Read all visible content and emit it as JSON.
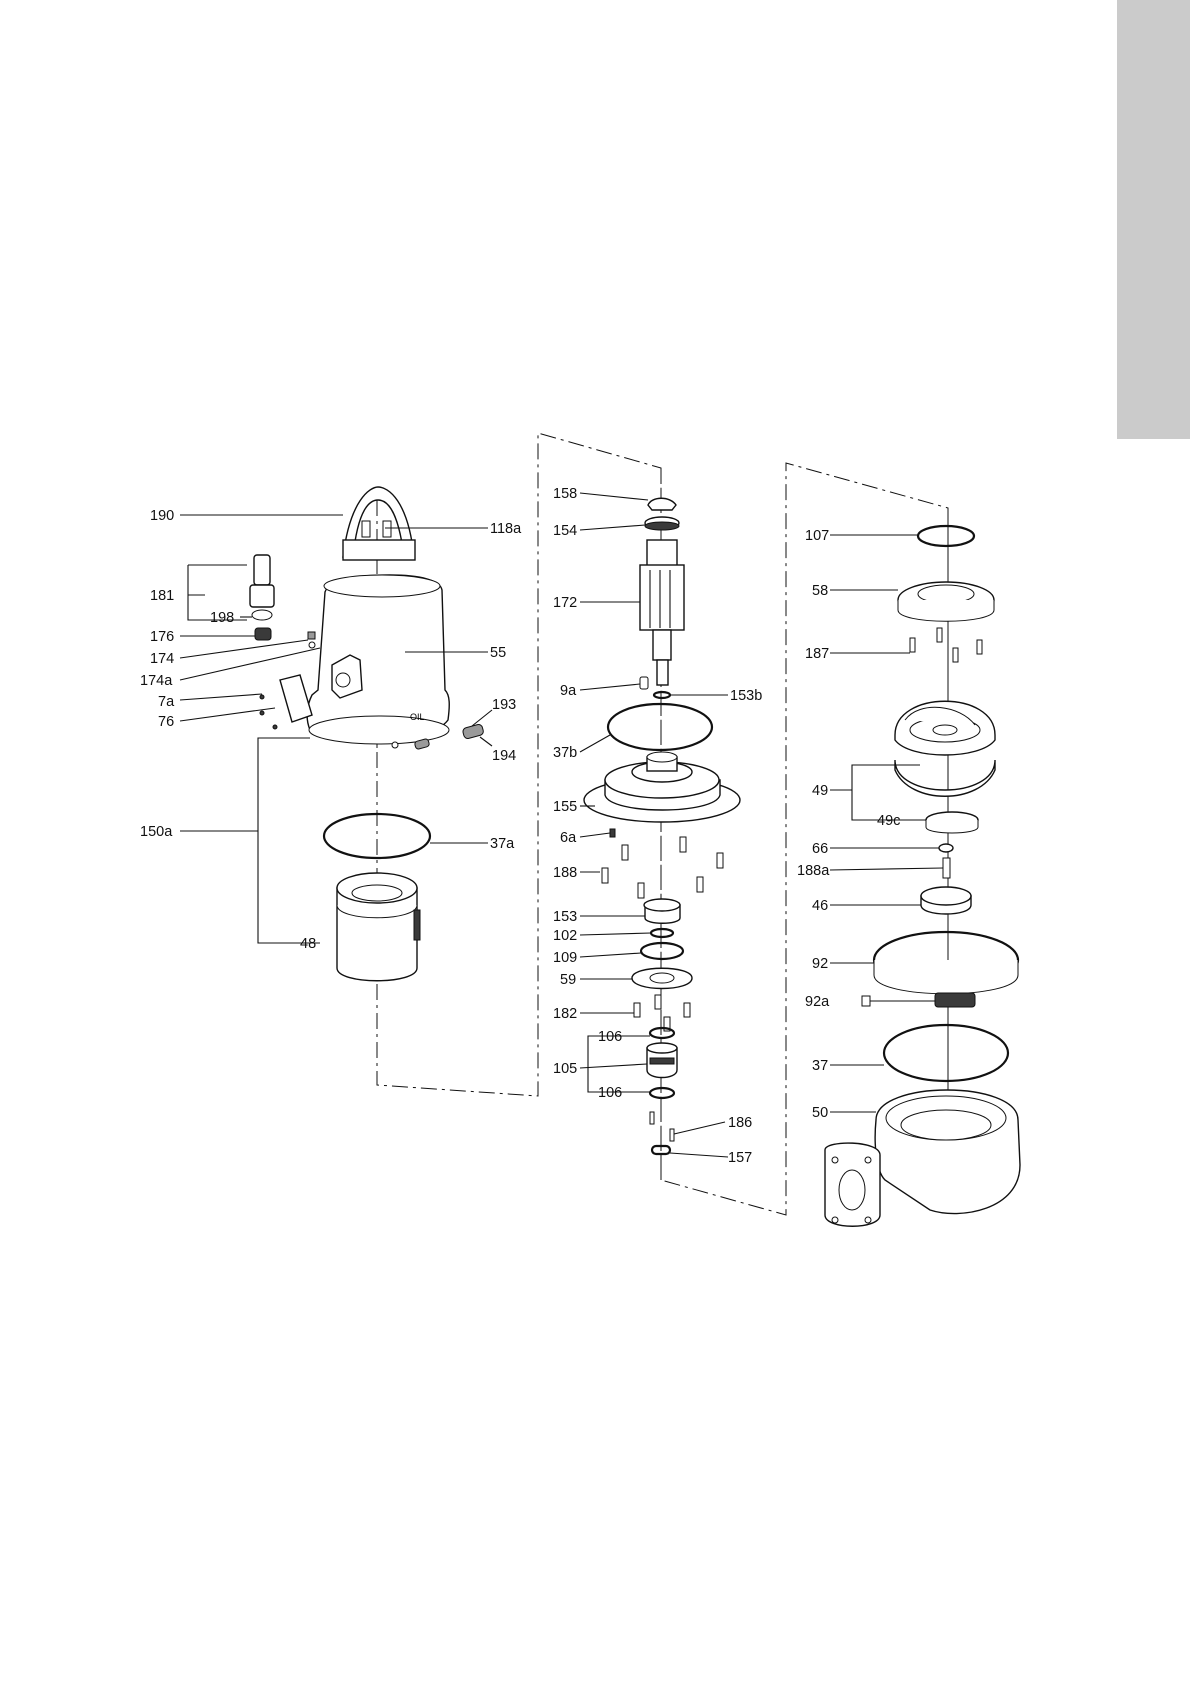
{
  "page": {
    "side_tab_color": "#cbcbcb"
  },
  "diagram": {
    "labels": {
      "l190": "190",
      "l118a": "118a",
      "l181": "181",
      "l198": "198",
      "l176": "176",
      "l174": "174",
      "l174a": "174a",
      "l7a": "7a",
      "l76": "76",
      "l55": "55",
      "l193": "193",
      "l194": "194",
      "l150a": "150a",
      "l37a": "37a",
      "l48": "48",
      "l158": "158",
      "l154": "154",
      "l172": "172",
      "l9a": "9a",
      "l153b": "153b",
      "l37b": "37b",
      "l155": "155",
      "l6a": "6a",
      "l188": "188",
      "l153": "153",
      "l102": "102",
      "l109": "109",
      "l59": "59",
      "l182": "182",
      "l106top": "106",
      "l105": "105",
      "l106bot": "106",
      "l186": "186",
      "l157": "157",
      "l107": "107",
      "l58": "58",
      "l187": "187",
      "l49": "49",
      "l49c": "49c",
      "l66": "66",
      "l188a": "188a",
      "l46": "46",
      "l92": "92",
      "l92a": "92a",
      "l37": "37",
      "l50": "50"
    },
    "housing_marking": "OIL"
  }
}
